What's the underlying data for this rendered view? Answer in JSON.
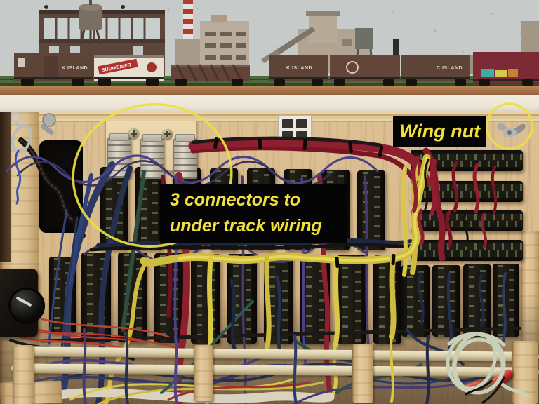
{
  "annotations": {
    "wing_nut": "Wing nut",
    "connectors_line1": "3 connectors to",
    "connectors_line2": "under track wiring"
  },
  "train": {
    "boxcar1": "K ISLAND",
    "reefer": "BUDWEISER",
    "boxcar2": "K ISLAND",
    "boxcar3": "C ISLAND"
  },
  "colors": {
    "annotation_text": "#f2e13c",
    "annotation_bg": "#050505",
    "highlight_stroke": "#e9df45",
    "red_wire": "#8e1f2f",
    "yellow_wire": "#d9c845",
    "purple_wire": "#4e4286"
  }
}
